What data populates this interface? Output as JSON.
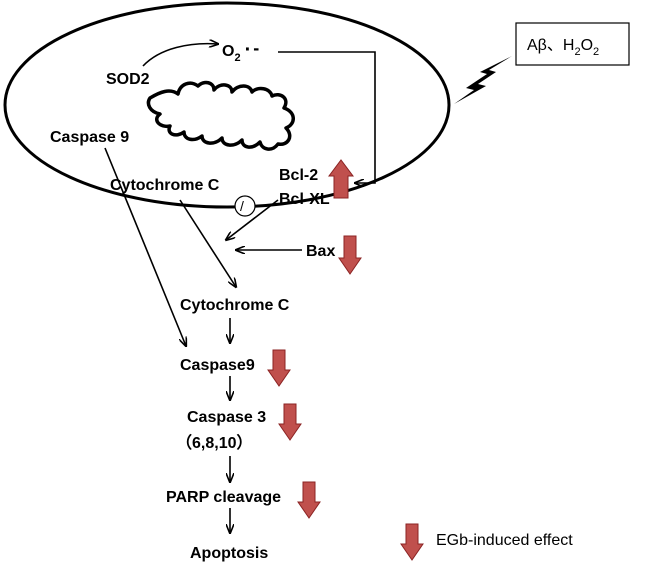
{
  "labels": {
    "sod2": "SOD2",
    "superoxide_o": "O",
    "superoxide_sub": "2",
    "superoxide_radical": "·",
    "superoxide_charge": "-",
    "caspase9_mito": "Caspase 9",
    "cytochrome_c_mito": "Cytochrome C",
    "bcl2": "Bcl-2",
    "bclxl": "Bcl-XL",
    "inhibit_mark": "/",
    "bax": "Bax",
    "cytochrome_c_cyto": "Cytochrome C",
    "caspase9_cyto": "Caspase9",
    "caspase3": "Caspase 3",
    "caspase3_sub": "（6,8,10）",
    "parp": "PARP cleavage",
    "apoptosis": "Apoptosis"
  },
  "stimulus": {
    "a_beta": "Aβ、H",
    "sub1": "2",
    "o": "O",
    "sub2": "2"
  },
  "legend": {
    "label": "EGb-induced effect"
  },
  "colors": {
    "arrow_fill": "#c0504d",
    "arrow_stroke": "#8b2323",
    "line": "#000000"
  }
}
